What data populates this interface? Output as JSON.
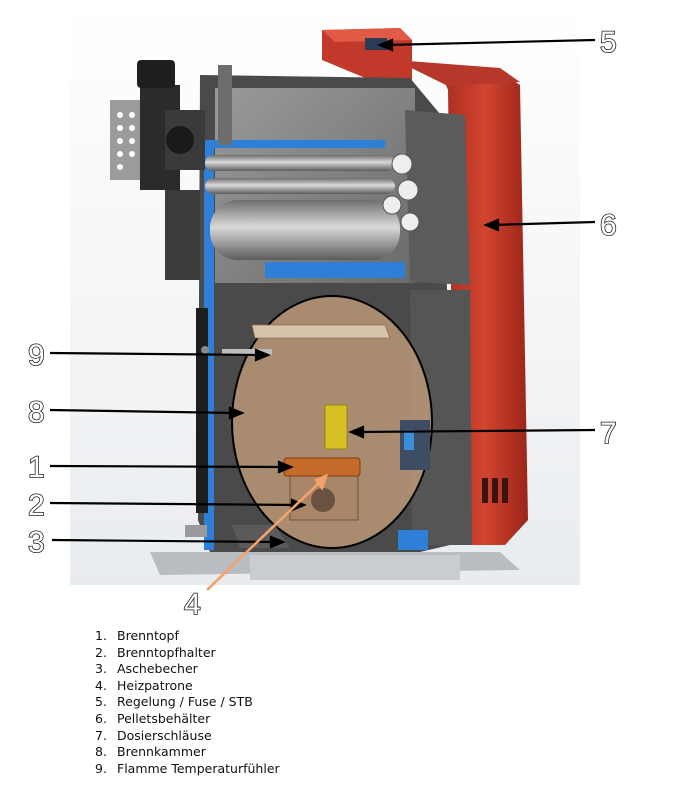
{
  "callouts": [
    {
      "number": "5"
    },
    {
      "number": "6"
    },
    {
      "number": "9"
    },
    {
      "number": "8"
    },
    {
      "number": "7"
    },
    {
      "number": "1"
    },
    {
      "number": "2"
    },
    {
      "number": "3"
    },
    {
      "number": "4"
    }
  ],
  "legend": [
    {
      "number": "1.",
      "label": "Brenntopf"
    },
    {
      "number": "2.",
      "label": "Brenntopfhalter"
    },
    {
      "number": "3.",
      "label": "Aschebecher"
    },
    {
      "number": "4.",
      "label": "Heizpatrone"
    },
    {
      "number": "5.",
      "label": "Regelung / Fuse / STB"
    },
    {
      "number": "6.",
      "label": "Pelletsbehälter"
    },
    {
      "number": "7.",
      "label": "Dosierschläuse"
    },
    {
      "number": "8.",
      "label": "Brennkammer"
    },
    {
      "number": "9.",
      "label": "Flamme Temperaturfühler"
    }
  ],
  "colors": {
    "housing_red": "#c0392b",
    "insulation_blue": "#2d7fd8",
    "chamber_overlay": "#c9a27e",
    "heater_arrow": "#f4a26b"
  }
}
